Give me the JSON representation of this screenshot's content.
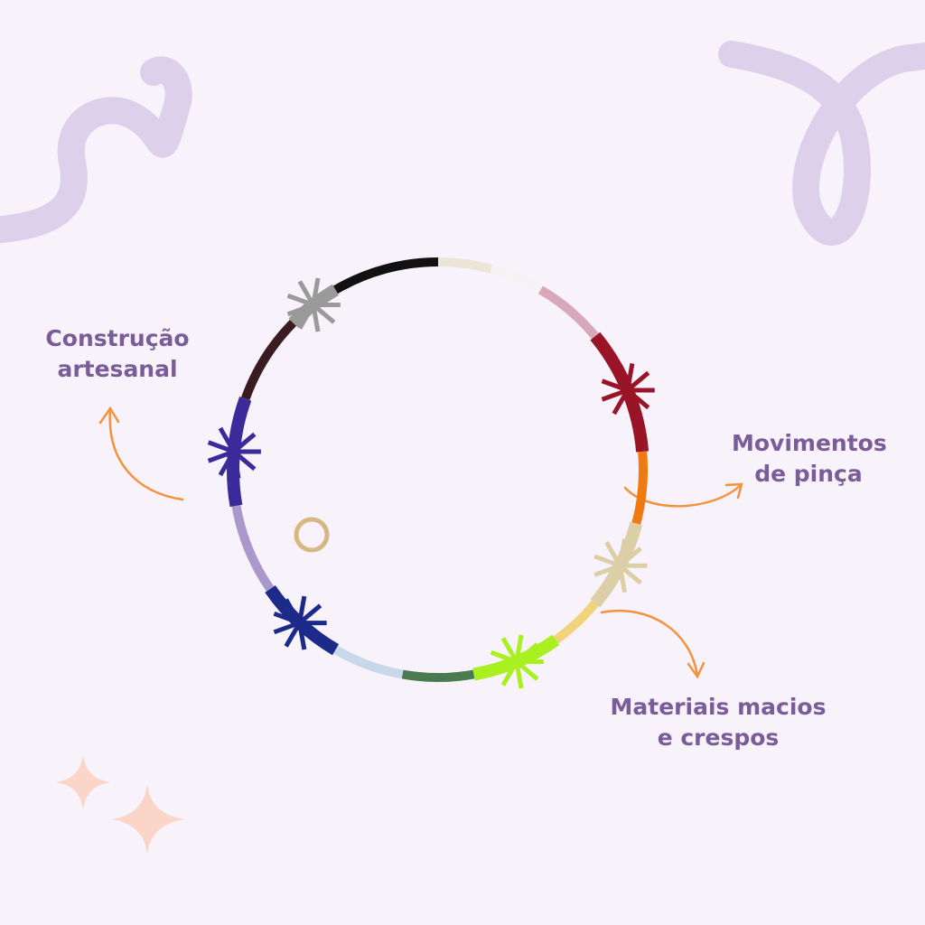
{
  "labels": {
    "construcao": [
      "Construção",
      "artesanal"
    ],
    "pinca": [
      "Movimentos",
      "de pinça"
    ],
    "materiais": [
      "Materiais macios",
      "e crespos"
    ]
  },
  "colors": {
    "background": "#f8f2fb",
    "text": "#7a5c99",
    "squiggle": "#dcd0ea",
    "arrow": "#f5923e",
    "sparkle": "#fbd5c7"
  },
  "hoop_colors": [
    "#ece4d6",
    "#f4f4f4",
    "#d8a8b8",
    "#9a1428",
    "#f07a10",
    "#dccfa8",
    "#f2d27a",
    "#a8f020",
    "#4a7a50",
    "#c8d8ea",
    "#1c2a8a",
    "#a898cc",
    "#3a2a9a",
    "#3a1c20",
    "#9a9a9a",
    "#111111"
  ]
}
